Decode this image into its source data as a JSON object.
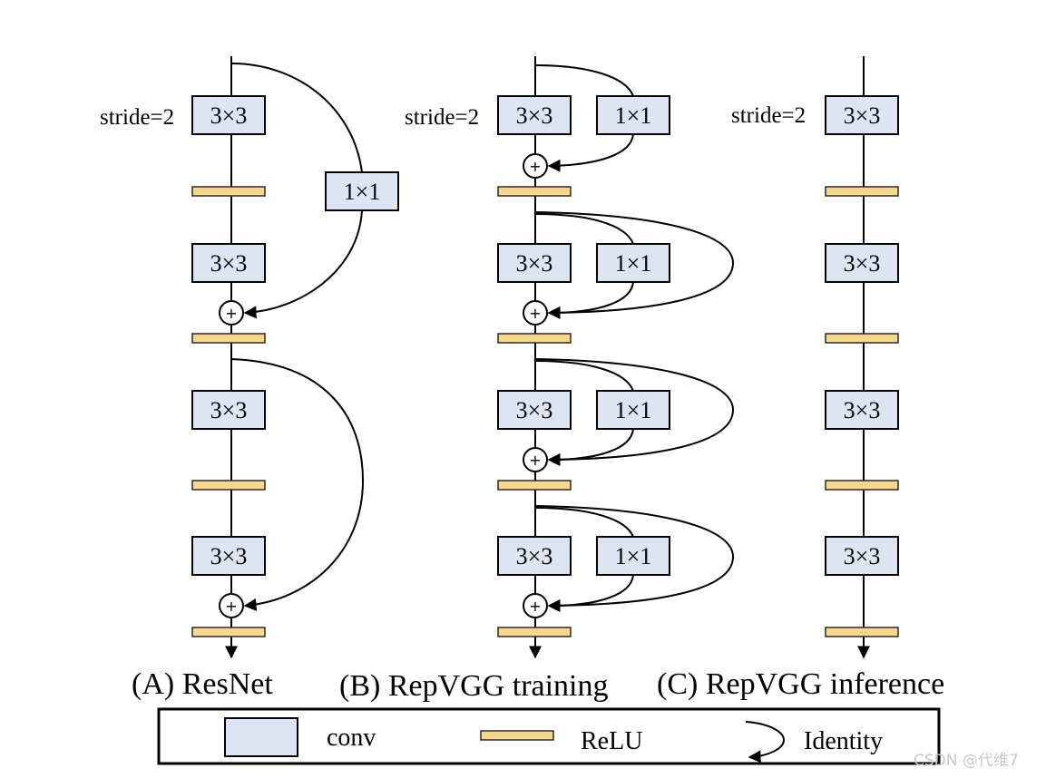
{
  "columns": [
    {
      "caption": "(A) ResNet",
      "stride_label": "stride=2",
      "conv_labels": [
        "3×3",
        "3×3",
        "3×3",
        "3×3"
      ],
      "shortcut_label": "1×1"
    },
    {
      "caption": "(B) RepVGG training",
      "stride_label": "stride=2",
      "conv_labels": [
        "3×3",
        "3×3",
        "3×3",
        "3×3"
      ],
      "branch_labels": [
        "1×1",
        "1×1",
        "1×1",
        "1×1"
      ]
    },
    {
      "caption": "(C) RepVGG inference",
      "stride_label": "stride=2",
      "conv_labels": [
        "3×3",
        "3×3",
        "3×3",
        "3×3"
      ]
    }
  ],
  "sum_symbol": "+",
  "legend": {
    "conv": "conv",
    "relu": "ReLU",
    "identity": "Identity"
  },
  "watermark": "CSDN @代维7",
  "colors": {
    "conv_fill": "#dce6f2",
    "relu_fill": "#f7d78b",
    "line": "#000000"
  }
}
